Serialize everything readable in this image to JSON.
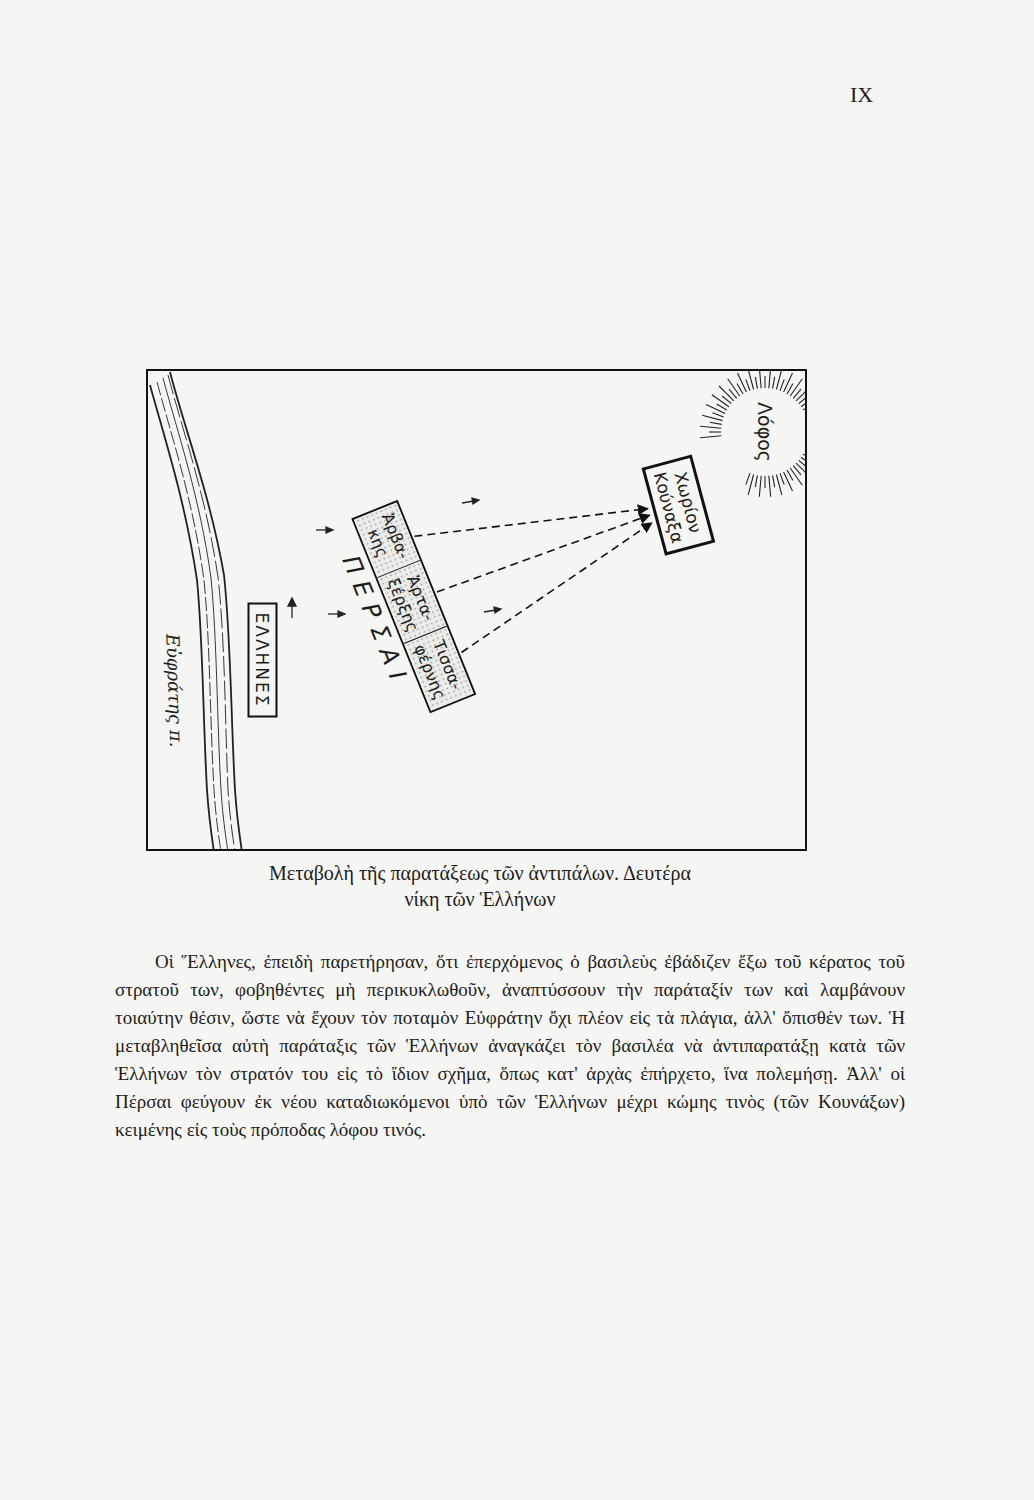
{
  "diagram": {
    "caption": "Μεταβολὴ τῆς παρατάξεως τῶν ἀντιπάλων. Δευτέρα νίκη τῶν Ἑλλήνων",
    "nodes": [
      {
        "text": [
          "ΕΛΛΗΝΕΣ"
        ]
      },
      {
        "text": [
          "ΠΕΡΣΑΙ"
        ]
      },
      {
        "text": [
          "Ἀρβα- κης"
        ],
        "in": 1
      },
      {
        "text": [
          "Ἀρτα- ξέρξης"
        ],
        "in": 1
      },
      {
        "text": [
          "Τισσα- φέρνης"
        ],
        "in": 1
      },
      {
        "text": [
          "Χωρίον Κούναξα"
        ]
      },
      {
        "text": [
          "Λόφος"
        ]
      }
    ],
    "edges": [
      {
        "from": 2,
        "to": 5,
        "arrow": "to"
      },
      {
        "from": 3,
        "to": 5,
        "arrow": "to"
      },
      {
        "from": 4,
        "to": 5,
        "arrow": "to"
      }
    ],
    "labels": [
      "IX",
      "Εὐφράτης π.",
      "Οἱ Ἕλληνες, ἐπειδὴ παρετήρησαν, ὅτι ἐπερχόμενος ὁ βασιλεὺς ἐβάδιζεν ἔξω τοῦ κέρατος τοῦ στρατοῦ των, φοβηθέντες μὴ περικυκλωθοῦν, ἀναπτύσσουν τὴν παράταξίν των καὶ λαμβάνουν τοιαύτην θέσιν, ὥστε νὰ ἔχουν τὸν ποταμὸν Εὐφράτην ὄχι πλέον εἰς τὰ πλάγια, ἀλλ' ὄπισθέν των. Ἡ μεταβληθεῖσα αὐτὴ παράταξις τῶν Ἑλλήνων ἀναγκάζει τὸν βασιλέα νὰ ἀντιπαρατάξῃ κατὰ τῶν Ἑλλήνων τὸν στρατόν του εἰς τὸ ἴδιον σχῆμα, ὅπως κατ' ἀρχὰς ἐπήρχετο, ἵνα πολεμήσῃ. Ἀλλ' οἱ Πέρσαι φεύγουν ἐκ νέου καταδιωκόμενοι ὑπὸ τῶν Ἑλλήνων μέχρι κώμης τινὸς (τῶν Κουνάξων) κειμένης εἰς τοὺς πρόποδας λόφου τινός."
    ]
  }
}
